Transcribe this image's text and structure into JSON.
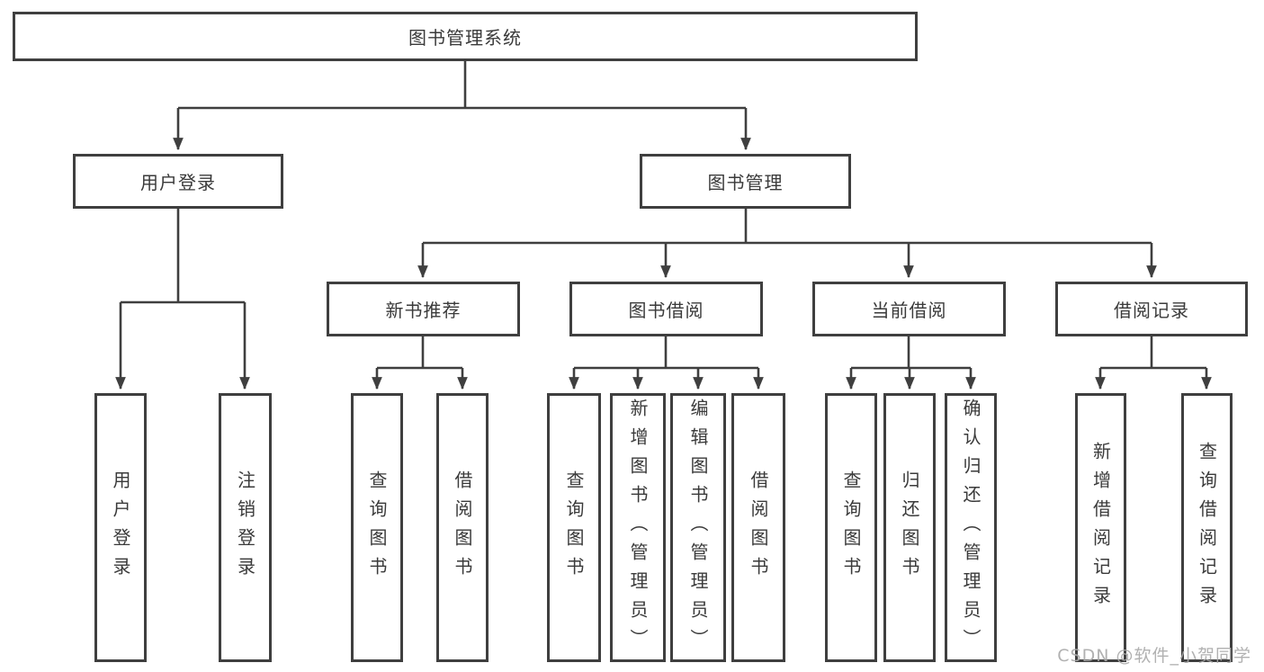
{
  "colors": {
    "line": "#3f3f3f",
    "box_border": "#3f3f3f",
    "text": "#3a3a3a",
    "background": "#ffffff",
    "watermark": "#a9a9a9"
  },
  "watermark": {
    "text": "CSDN @软件_小贺同学"
  },
  "tree": {
    "root": "图书管理系统",
    "branches": [
      {
        "label": "用户登录",
        "children": [
          "用户登录",
          "注销登录"
        ]
      },
      {
        "label": "图书管理",
        "children": [
          {
            "label": "新书推荐",
            "children": [
              "查询图书",
              "借阅图书"
            ]
          },
          {
            "label": "图书借阅",
            "children": [
              "查询图书",
              "新增图书（管理员）",
              "编辑图书（管理员）",
              "借阅图书"
            ]
          },
          {
            "label": "当前借阅",
            "children": [
              "查询图书",
              "归还图书",
              "确认归还（管理员）"
            ]
          },
          {
            "label": "借阅记录",
            "children": [
              "新增借阅记录",
              "查询借阅记录"
            ]
          }
        ]
      }
    ]
  }
}
